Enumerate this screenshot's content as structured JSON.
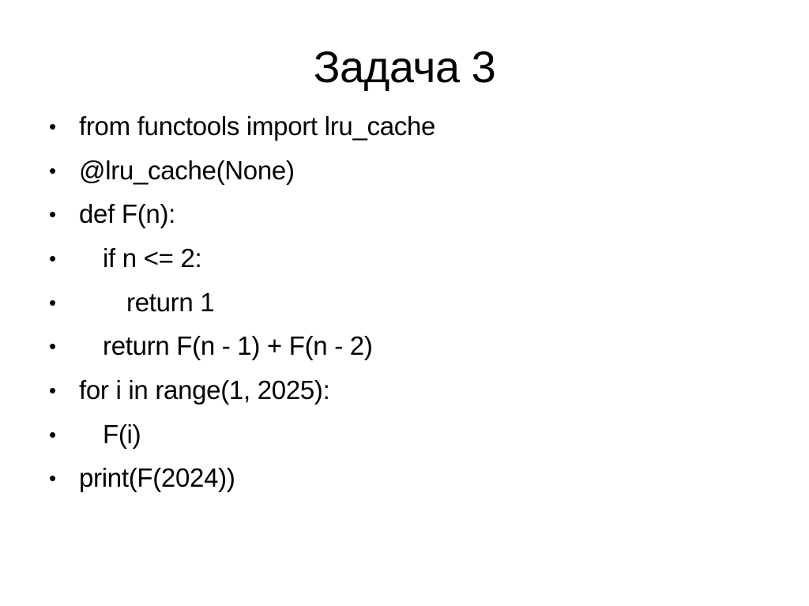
{
  "slide": {
    "title": "Задача 3",
    "bullet_char": "•",
    "bullets": [
      {
        "text": "from functools import lru_cache",
        "indent": 0
      },
      {
        "text": "@lru_cache(None)",
        "indent": 0
      },
      {
        "text": "def F(n):",
        "indent": 0
      },
      {
        "text": "if n <= 2:",
        "indent": 1
      },
      {
        "text": "return 1",
        "indent": 2
      },
      {
        "text": "return F(n - 1) + F(n - 2)",
        "indent": 1
      },
      {
        "text": "for i in range(1, 2025):",
        "indent": 0
      },
      {
        "text": "F(i)",
        "indent": 1
      },
      {
        "text": "print(F(2024))",
        "indent": 0
      }
    ],
    "colors": {
      "text": "#000000",
      "background": "#ffffff"
    }
  }
}
